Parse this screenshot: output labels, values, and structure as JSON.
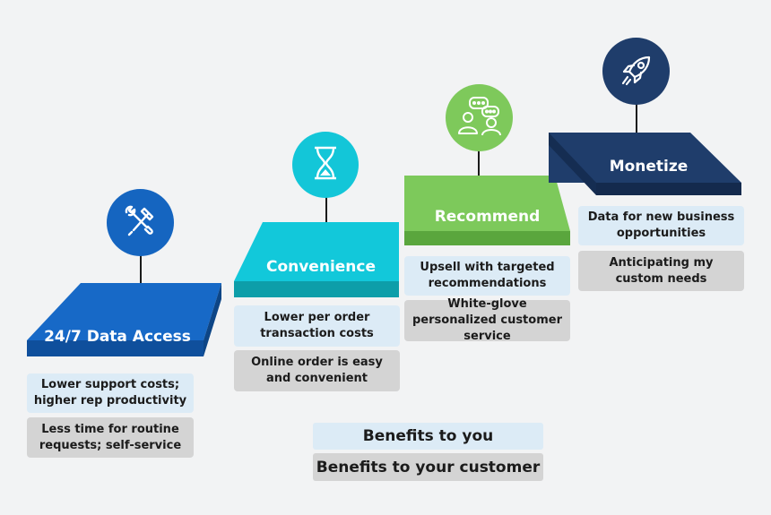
{
  "steps": [
    {
      "label": "24/7 Data Access",
      "icon": "tools-icon",
      "color": "#1565c0",
      "benefit_you": "Lower support costs; higher rep productivity",
      "benefit_customer": "Less time for routine requests; self-service"
    },
    {
      "label": "Convenience",
      "icon": "hourglass-icon",
      "color": "#12c8d9",
      "benefit_you": "Lower per order transaction costs",
      "benefit_customer": "Online order is easy and convenient"
    },
    {
      "label": "Recommend",
      "icon": "conversation-icon",
      "color": "#7cc95a",
      "benefit_you": "Upsell with targeted recommendations",
      "benefit_customer": "White-glove personalized customer service"
    },
    {
      "label": "Monetize",
      "icon": "rocket-icon",
      "color": "#1f3d6b",
      "benefit_you": "Data for new business opportunities",
      "benefit_customer": "Anticipating my custom needs"
    }
  ],
  "legend": {
    "you": "Benefits to you",
    "customer": "Benefits to your customer"
  },
  "colors": {
    "background": "#f2f3f4",
    "benefit_you_bg": "#dcebf6",
    "benefit_customer_bg": "#d4d4d4"
  }
}
